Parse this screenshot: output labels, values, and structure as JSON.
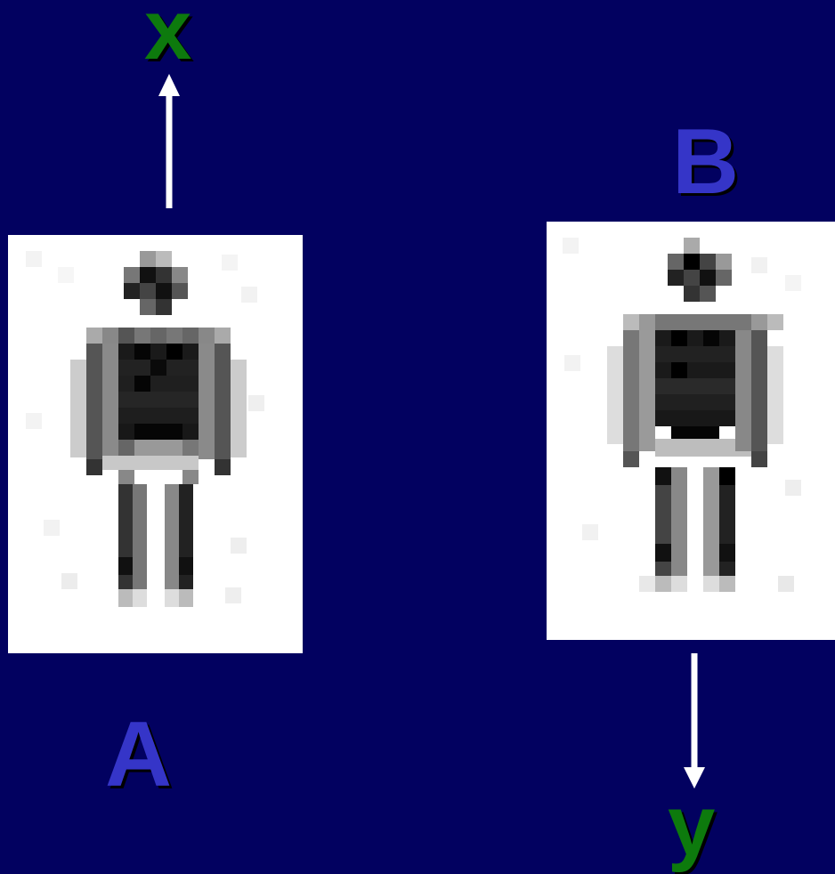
{
  "labels": {
    "x": "x",
    "y": "y",
    "a": "A",
    "b": "B"
  },
  "colors": {
    "background": "#020160",
    "axis_label": "#0d7a0d",
    "panel_label": "#3535c8",
    "arrow": "#ffffff"
  },
  "icons": {
    "figure_a": "pixelated-human-figure-icon",
    "figure_b": "pixelated-human-figure-icon",
    "arrow_up": "arrow-up-icon",
    "arrow_down": "arrow-down-icon"
  }
}
